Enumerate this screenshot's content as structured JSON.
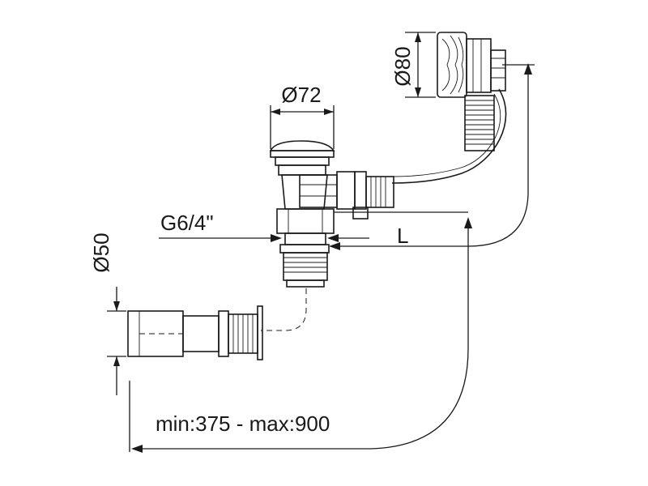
{
  "labels": {
    "d72": "Ø72",
    "d80": "Ø80",
    "d50": "Ø50",
    "thread": "G6/4\"",
    "length": "L",
    "range": "min:375 - max:900"
  }
}
